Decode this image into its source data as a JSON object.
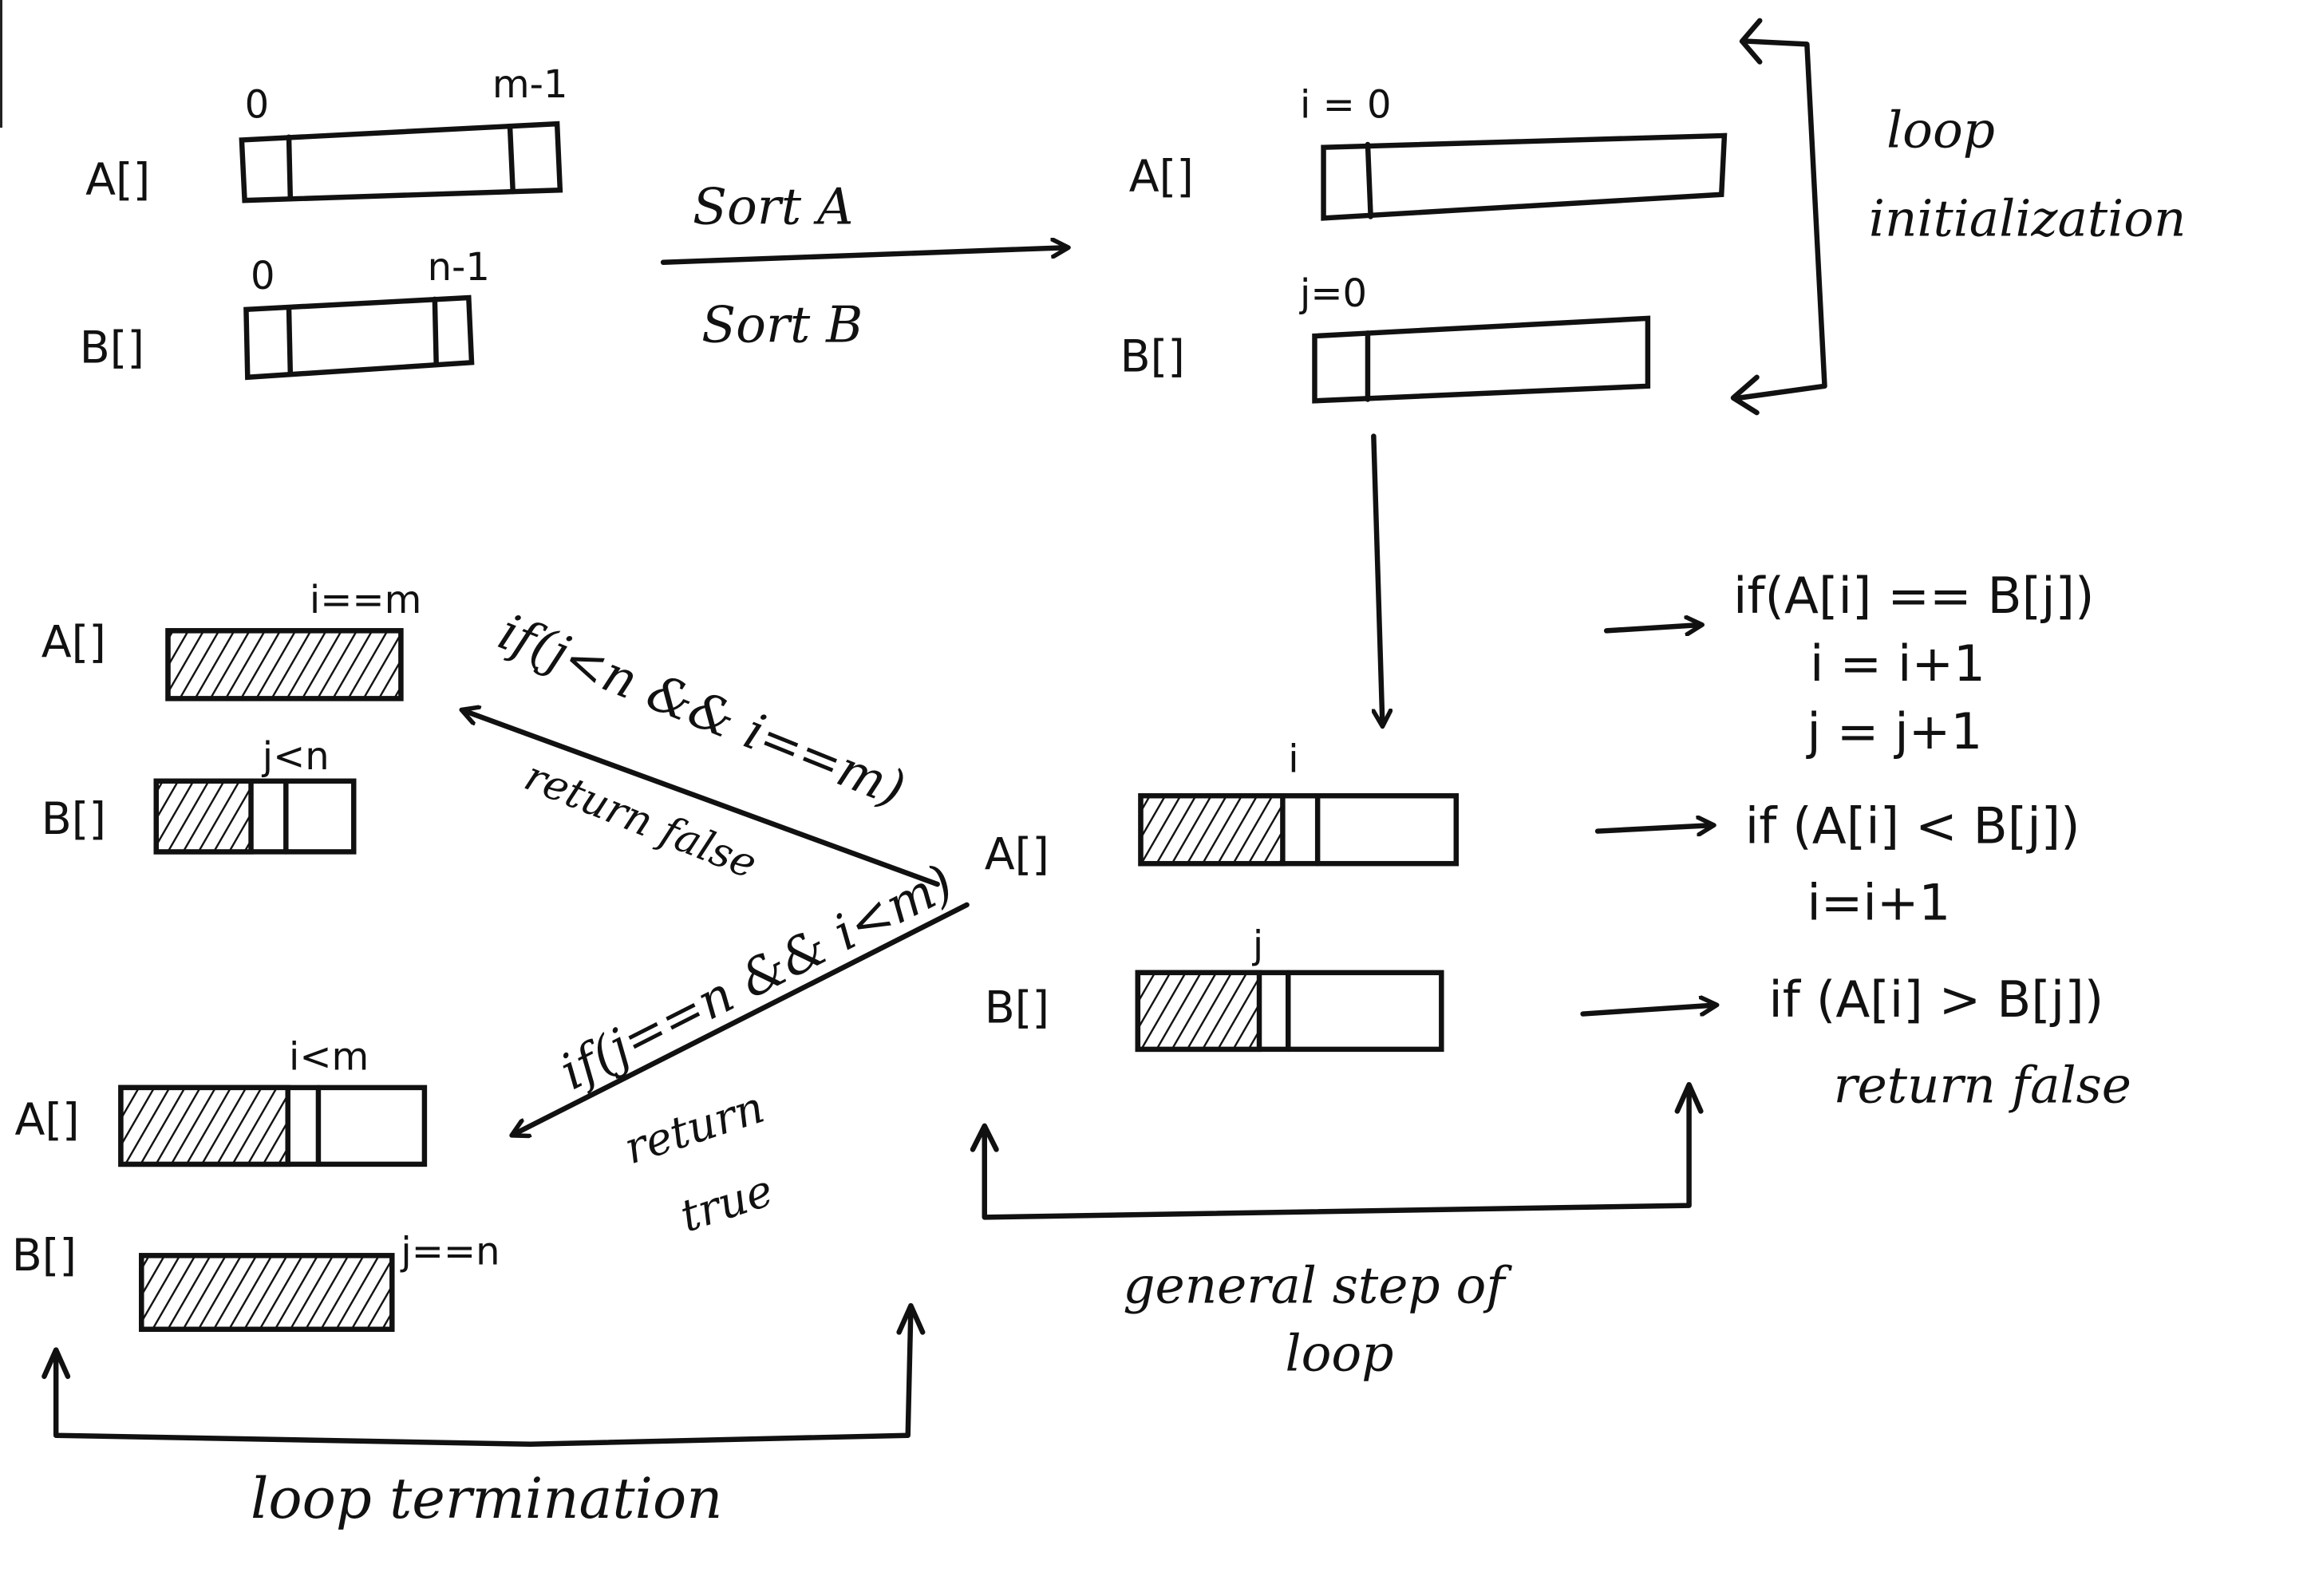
{
  "diagram": {
    "type": "flow",
    "colors": {
      "ink": "#111111",
      "background": "#ffffff"
    },
    "stage_input": {
      "array_a": {
        "label": "A[]",
        "start_index": "0",
        "end_index": "m-1"
      },
      "array_b": {
        "label": "B[]",
        "start_index": "0",
        "end_index": "n-1"
      }
    },
    "sort_arrow": {
      "label_top": "Sort A",
      "label_bottom": "Sort B"
    },
    "stage_init": {
      "array_a": {
        "label": "A[]",
        "pointer": "i = 0"
      },
      "array_b": {
        "label": "B[]",
        "pointer": "j=0"
      },
      "caption_line1": "loop",
      "caption_line2": "initialization"
    },
    "stage_general": {
      "array_a": {
        "label": "A[]",
        "pointer": "i",
        "processed_fraction": 0.45
      },
      "array_b": {
        "label": "B[]",
        "pointer": "j",
        "processed_fraction": 0.4
      },
      "caption_line1": "general step of",
      "caption_line2": "loop",
      "conditions": [
        {
          "test": "if(A[i] == B[j])",
          "actions": [
            "i = i+1",
            "j = j+1"
          ]
        },
        {
          "test": "if (A[i] < B[j])",
          "actions": [
            "i=i+1"
          ]
        },
        {
          "test": "if (A[i] > B[j])",
          "actions": [
            "return false"
          ]
        }
      ]
    },
    "termination_false": {
      "array_a": {
        "label": "A[]",
        "pointer": "i==m",
        "processed_fraction": 1.0
      },
      "array_b": {
        "label": "B[]",
        "pointer": "j<n",
        "processed_fraction": 0.48
      },
      "edge_condition": "if(j<n && i==m)",
      "edge_result": "return false"
    },
    "termination_true": {
      "array_a": {
        "label": "A[]",
        "pointer": "i<m",
        "processed_fraction": 0.55
      },
      "array_b": {
        "label": "B[]",
        "pointer": "j==n",
        "processed_fraction": 1.0
      },
      "edge_condition": "if(j==n && i<m)",
      "edge_result_line1": "return",
      "edge_result_line2": "true"
    },
    "termination_caption": "loop termination"
  }
}
